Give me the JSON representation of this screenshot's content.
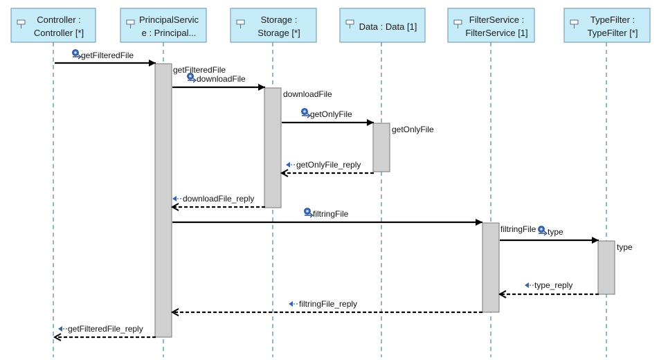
{
  "lifelines": [
    {
      "line1": "Controller :",
      "line2": "Controller [*]"
    },
    {
      "line1": "PrincipalServic",
      "line2": "e : Principal..."
    },
    {
      "line1": "Storage :",
      "line2": "Storage [*]"
    },
    {
      "line1": "Data : Data [1]",
      "line2": ""
    },
    {
      "line1": "FilterService :",
      "line2": "FilterService [1]"
    },
    {
      "line1": "TypeFilter :",
      "line2": "TypeFilter [*]"
    }
  ],
  "messages": [
    {
      "label": "getFilteredFile",
      "kind": "call"
    },
    {
      "label": "downloadFile",
      "kind": "call"
    },
    {
      "label": "getOnlyFile",
      "kind": "call"
    },
    {
      "label": "getOnlyFile_reply",
      "kind": "reply"
    },
    {
      "label": "downloadFile_reply",
      "kind": "reply"
    },
    {
      "label": "filtringFile",
      "kind": "call"
    },
    {
      "label": "type",
      "kind": "call"
    },
    {
      "label": "type_reply",
      "kind": "reply"
    },
    {
      "label": "filtringFile_reply",
      "kind": "reply"
    },
    {
      "label": "getFilteredFile_reply",
      "kind": "reply"
    }
  ],
  "activations": [
    {
      "label": "getFilteredFile"
    },
    {
      "label": "downloadFile"
    },
    {
      "label": "getOnlyFile"
    },
    {
      "label": "filtringFile"
    },
    {
      "label": "type"
    }
  ],
  "colors": {
    "header_fill": "#c6ecf9",
    "header_border": "#6a8fa8",
    "lifeline": "#5b8ab0",
    "activation_fill": "#d0d0d0",
    "activation_border": "#777777",
    "message": "#000000",
    "reply_icon": "#3a64a8",
    "call_icon": "#3568b8"
  }
}
